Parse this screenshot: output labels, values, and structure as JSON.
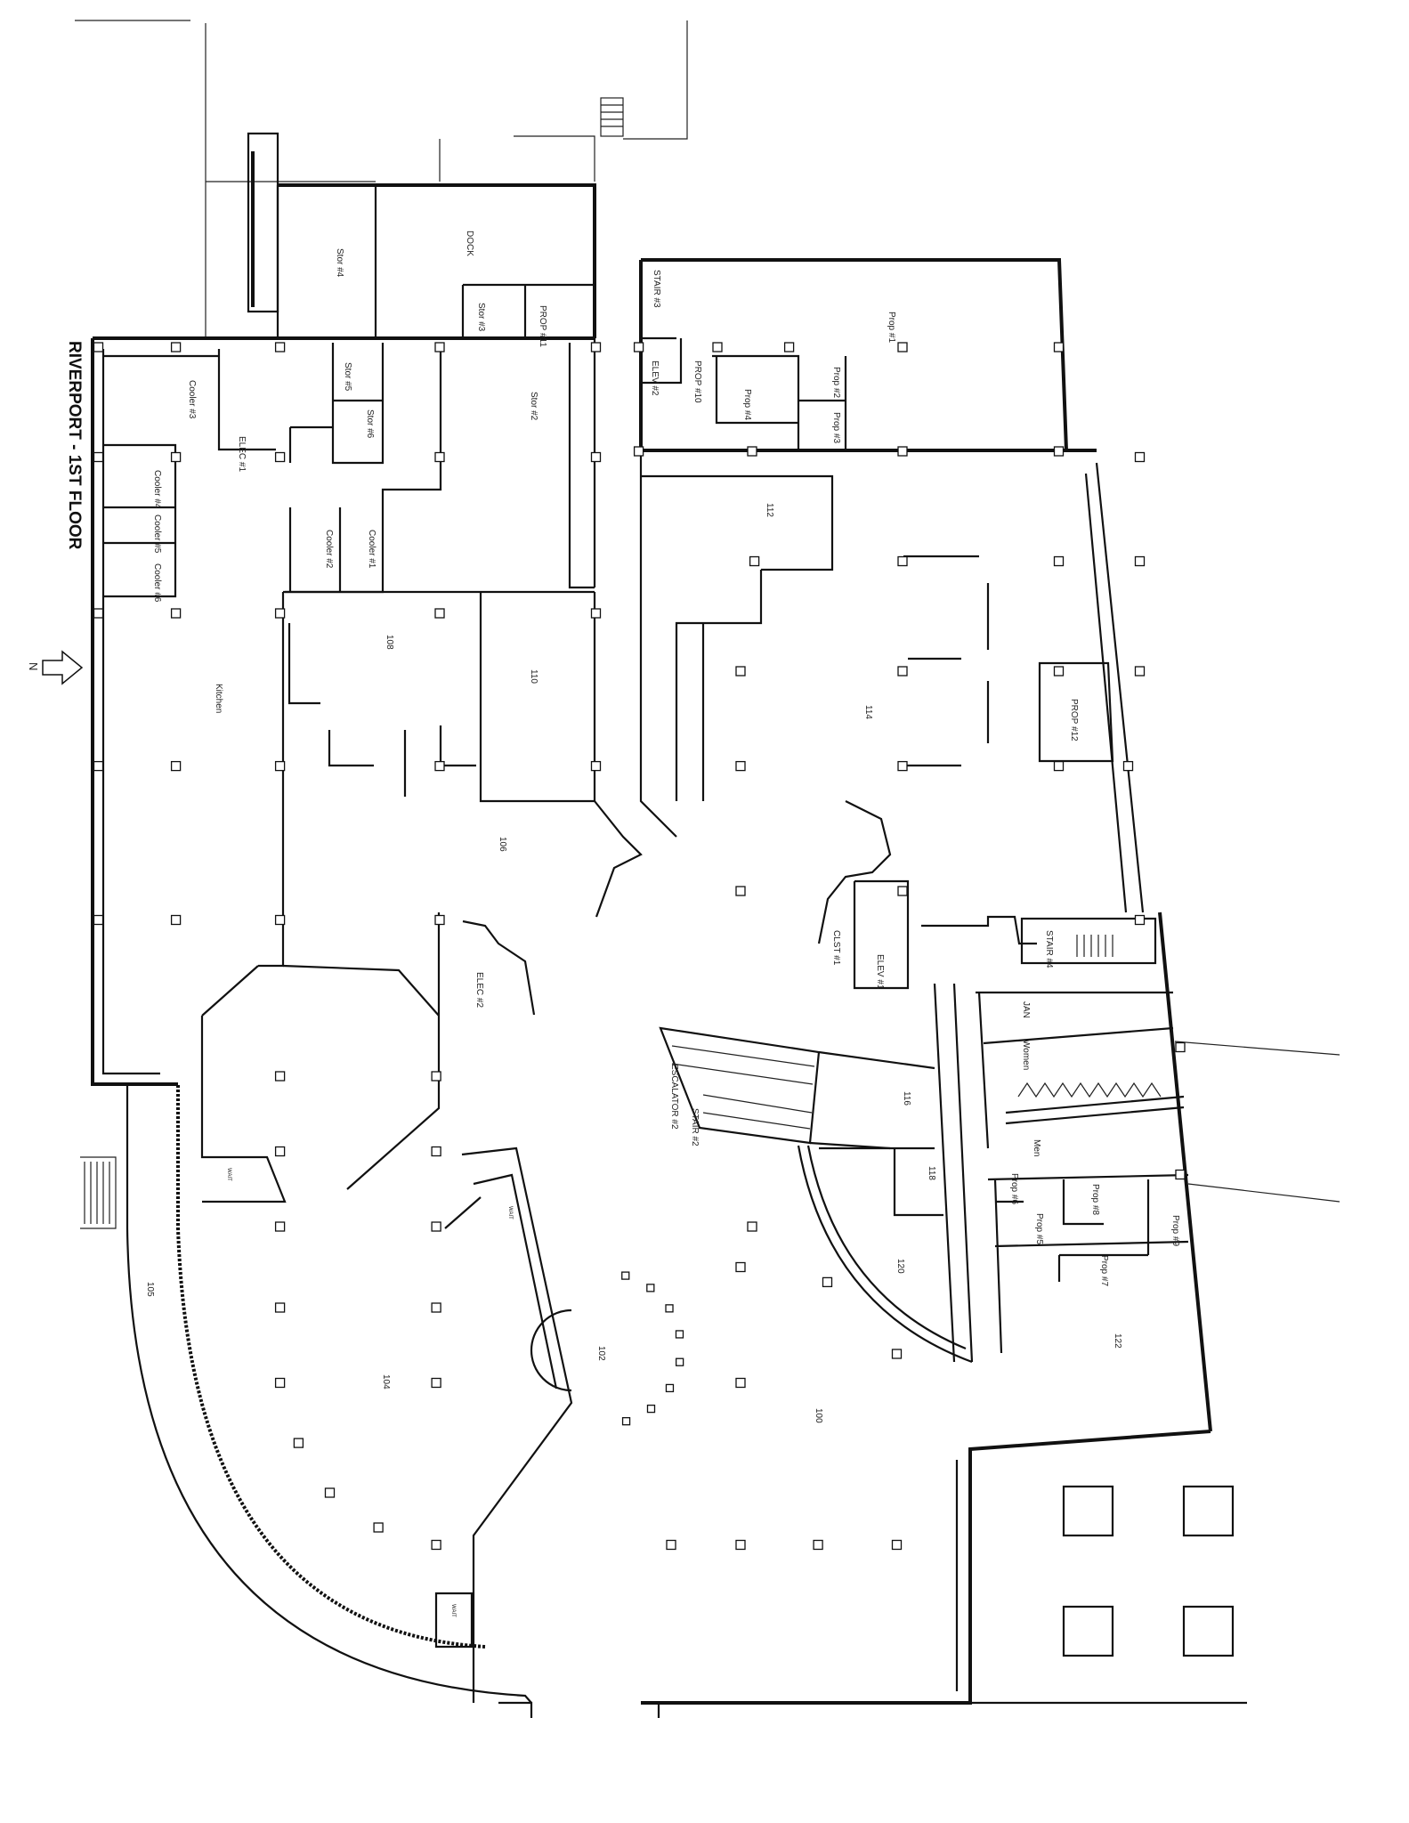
{
  "title": "RIVERPORT - 1ST FLOOR",
  "north_label": "N",
  "rooms": [
    {
      "id": "stor4",
      "label": "Stor #4"
    },
    {
      "id": "dock",
      "label": "DOCK"
    },
    {
      "id": "stor3",
      "label": "Stor #3"
    },
    {
      "id": "prop11",
      "label": "PROP #11"
    },
    {
      "id": "stair3",
      "label": "STAIR #3"
    },
    {
      "id": "prop1",
      "label": "Prop #1"
    },
    {
      "id": "elev2",
      "label": "ELEV #2"
    },
    {
      "id": "prop10",
      "label": "PROP #10"
    },
    {
      "id": "prop4",
      "label": "Prop #4"
    },
    {
      "id": "prop2",
      "label": "Prop #2"
    },
    {
      "id": "prop3",
      "label": "Prop #3"
    },
    {
      "id": "cooler3",
      "label": "Cooler #3"
    },
    {
      "id": "elec1",
      "label": "ELEC #1"
    },
    {
      "id": "stor5",
      "label": "Stor #5"
    },
    {
      "id": "stor6",
      "label": "Stor #6"
    },
    {
      "id": "stor2",
      "label": "Stor #2"
    },
    {
      "id": "cooler4",
      "label": "Cooler #4"
    },
    {
      "id": "cooler5",
      "label": "Cooler #5"
    },
    {
      "id": "cooler6",
      "label": "Cooler #6"
    },
    {
      "id": "cooler2",
      "label": "Cooler #2"
    },
    {
      "id": "cooler1",
      "label": "Cooler #1"
    },
    {
      "id": "r112",
      "label": "112"
    },
    {
      "id": "r108",
      "label": "108"
    },
    {
      "id": "r110",
      "label": "110"
    },
    {
      "id": "kitchen",
      "label": "Kitchen"
    },
    {
      "id": "r114",
      "label": "114"
    },
    {
      "id": "prop12",
      "label": "PROP #12"
    },
    {
      "id": "r106",
      "label": "106"
    },
    {
      "id": "clst1",
      "label": "CLST #1"
    },
    {
      "id": "elev1",
      "label": "ELEV #1"
    },
    {
      "id": "stair4",
      "label": "STAIR #4"
    },
    {
      "id": "elec2",
      "label": "ELEC #2"
    },
    {
      "id": "jan",
      "label": "JAN"
    },
    {
      "id": "escalator2",
      "label": "ESCALATOR #2"
    },
    {
      "id": "stair2",
      "label": "STAIR #2"
    },
    {
      "id": "r116",
      "label": "116"
    },
    {
      "id": "women",
      "label": "Women"
    },
    {
      "id": "men",
      "label": "Men"
    },
    {
      "id": "r118",
      "label": "118"
    },
    {
      "id": "prop6",
      "label": "Prop #6"
    },
    {
      "id": "prop8",
      "label": "Prop #8"
    },
    {
      "id": "prop5",
      "label": "Prop #5"
    },
    {
      "id": "prop9",
      "label": "Prop #9"
    },
    {
      "id": "prop7",
      "label": "Prop #7"
    },
    {
      "id": "r120",
      "label": "120"
    },
    {
      "id": "r105",
      "label": "105"
    },
    {
      "id": "r122",
      "label": "122"
    },
    {
      "id": "r102",
      "label": "102"
    },
    {
      "id": "r104",
      "label": "104"
    },
    {
      "id": "r100",
      "label": "100"
    },
    {
      "id": "wait1",
      "label": "WAIT"
    },
    {
      "id": "wait2",
      "label": "WAIT"
    },
    {
      "id": "wait3",
      "label": "WAIT"
    }
  ]
}
